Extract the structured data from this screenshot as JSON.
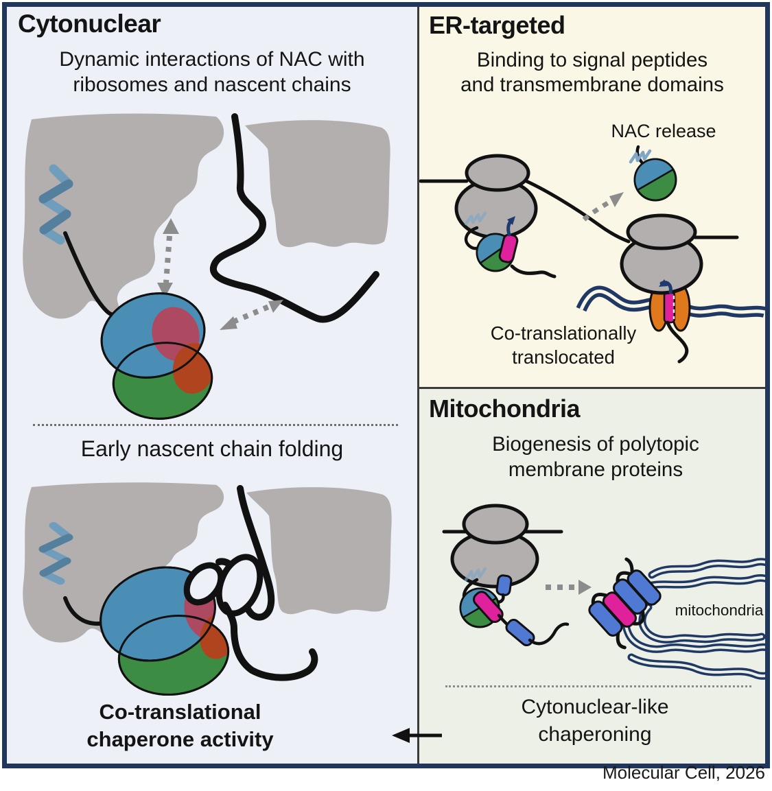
{
  "credit": "Molecular Cell, 2026",
  "colors": {
    "border_navy": "#20365c",
    "panel_divider_gray": "#3c3c3c",
    "cytonuclear_bg": "#edf1f7",
    "er_bg": "#faf7e6",
    "mitochondria_bg": "#edf0e6",
    "ribosome_gray": "#b3afaf",
    "nac_blue": "#4a8eb5",
    "nac_green": "#3d8c44",
    "nac_patch_crimson": "#ad4a62",
    "nac_patch_red": "#b0441f",
    "helix_blue": "#6f9dbb",
    "helix_blue_dark": "#54809e",
    "signal_peptide_magenta": "#e0219c",
    "translocon_orange": "#e0791c",
    "membrane_navy": "#1f3864",
    "arrow_gray": "#8c8c8c",
    "chain_black": "#111111"
  },
  "panels": {
    "cytonuclear": {
      "title": "Cytonuclear",
      "subtitle_line1": "Dynamic interactions of NAC with",
      "subtitle_line2": "ribosomes and nascent chains",
      "section2_label": "Early nascent chain folding",
      "caption_line1": "Co-translational",
      "caption_line2": "chaperone activity"
    },
    "er_targeted": {
      "title": "ER-targeted",
      "subtitle_line1": "Binding to signal peptides",
      "subtitle_line2": "and transmembrane domains",
      "nac_release_label": "NAC release",
      "caption_line1": "Co-translationally",
      "caption_line2": "translocated"
    },
    "mitochondria": {
      "title": "Mitochondria",
      "subtitle_line1": "Biogenesis of polytopic",
      "subtitle_line2": "membrane proteins",
      "organelle_label": "mitochondria",
      "caption_line1": "Cytonuclear-like",
      "caption_line2": "chaperoning"
    }
  }
}
